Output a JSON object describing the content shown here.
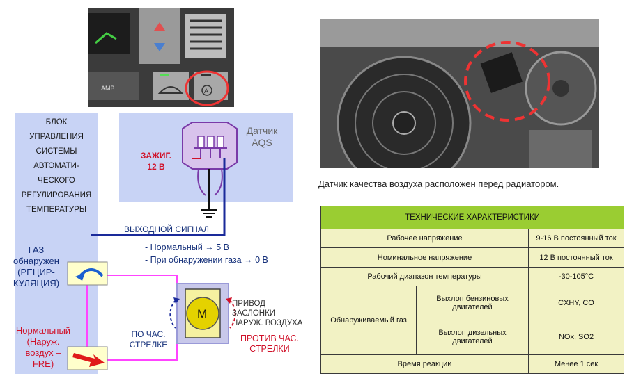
{
  "control_block": {
    "title": "БЛОК\nУПРАВЛЕНИЯ\nСИСТЕМЫ\nАВТОМАТИ-\nЧЕСКОГО\nРЕГУЛИРОВАНИЯ\nТЕМПЕРАТУРЫ"
  },
  "panel": {
    "amb_label": "AMB"
  },
  "sensor": {
    "name": "Датчик\nAQS",
    "ignition": "ЗАЖИГ.\n12 В",
    "output_signal": "ВЫХОДНОЙ СИГНАЛ",
    "normal_level": "- Нормальный → 5 В",
    "gas_level": "- При обнаружении газа → 0 В"
  },
  "modes": {
    "gas_detected": "ГАЗ\nобнаружен\n(РЕЦИР-\nКУЛЯЦИЯ)",
    "normal": "Нормальный\n(Наруж.\nвоздух –\nFRE)"
  },
  "motor": {
    "label": "M",
    "actuator": "ПРИВОД\nЗАСЛОНКИ\nНАРУЖ. ВОЗДУХА",
    "clockwise": "ПО ЧАС.\nСТРЕЛКЕ",
    "counterclockwise": "ПРОТИВ ЧАС.\nСТРЕЛКИ"
  },
  "photo_caption": "Датчик качества воздуха расположен перед радиатором.",
  "specs": {
    "header": "ТЕХНИЧЕСКИЕ ХАРАКТЕРИСТИКИ",
    "rows": [
      {
        "param": "Рабочее напряжение",
        "value": "9-16 В постоянный ток"
      },
      {
        "param": "Номинальное напряжение",
        "value": "12 В постоянный ток"
      },
      {
        "param": "Рабочий диапазон температуры",
        "value": "-30-105°C"
      }
    ],
    "detectable_label": "Обнаруживаемый газ",
    "gasoline_exhaust": "Выхлоп бензиновых двигателей",
    "gasoline_value": "CXHY, CO",
    "diesel_exhaust": "Выхлоп дизельных двигателей",
    "diesel_value": "NOx, SO2",
    "reaction_label": "Время реакции",
    "reaction_value": "Менее 1 сек"
  },
  "colors": {
    "block_bg": "#c8d3f5",
    "signal_blue": "#1a2a9a",
    "wire_magenta": "#ff44ff",
    "alert_red": "#d0122a",
    "table_header": "#9acd32",
    "table_body": "#f2f2c4"
  },
  "icons": [
    "recirculation-arrow-icon",
    "fresh-air-arrow-icon",
    "motor-icon",
    "ground-icon",
    "sensor-connector-icon",
    "highlight-circle-icon"
  ]
}
